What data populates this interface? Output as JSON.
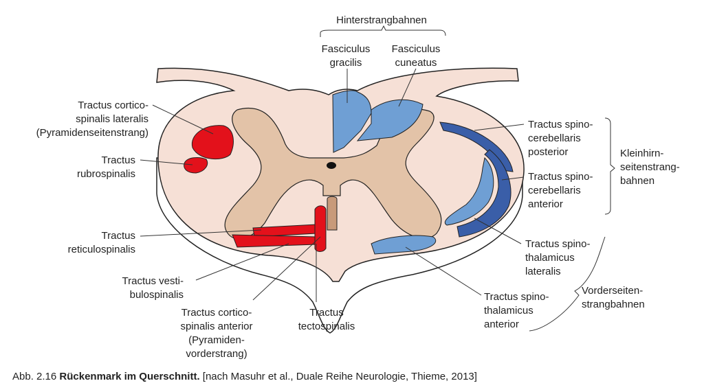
{
  "labels": {
    "hinterstrang": "Hinterstrangbahnen",
    "fasc_gracilis": [
      "Fasciculus",
      "gracilis"
    ],
    "fasc_cuneatus": [
      "Fasciculus",
      "cuneatus"
    ],
    "cortico_lat": [
      "Tractus cortico-",
      "spinalis lateralis",
      "(Pyramidenseitenstrang)"
    ],
    "rubro": [
      "Tractus",
      "rubrospinalis"
    ],
    "reticulo": [
      "Tractus",
      "reticulospinalis"
    ],
    "vestibulo": [
      "Tractus vesti-",
      "bulospinalis"
    ],
    "cortico_ant": [
      "Tractus cortico-",
      "spinalis anterior",
      "(Pyramiden-",
      "vorderstrang)"
    ],
    "tecto": [
      "Tractus",
      "tectospinalis"
    ],
    "spinocereb_post": [
      "Tractus spino-",
      "cerebellaris",
      "posterior"
    ],
    "spinocereb_ant": [
      "Tractus spino-",
      "cerebellaris",
      "anterior"
    ],
    "kleinhirn": [
      "Kleinhirn-",
      "seitenstrang-",
      "bahnen"
    ],
    "spinothal_lat": [
      "Tractus spino-",
      "thalamicus",
      "lateralis"
    ],
    "spinothal_ant": [
      "Tractus spino-",
      "thalamicus",
      "anterior"
    ],
    "vorderseiten": [
      "Vorderseiten-",
      "strangbahnen"
    ]
  },
  "caption": {
    "number": "Abb. 2.16",
    "title": "Rückenmark im Querschnitt.",
    "source": "[nach Masuhr et al., Duale Reihe Neurologie, Thieme, 2013]"
  },
  "colors": {
    "white_matter": "#f6e0d6",
    "gray_matter": "#e3c3a8",
    "red_tract": "#e3111b",
    "dark_blue_tract": "#3a5ea8",
    "light_blue_tract": "#6f9fd4",
    "outline": "#222222"
  }
}
